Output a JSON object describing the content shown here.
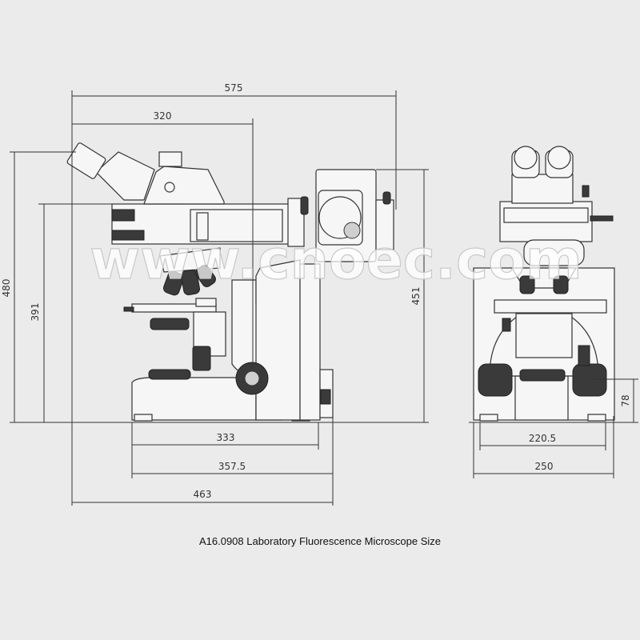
{
  "caption": "A16.0908 Laboratory Fluorescence Microscope Size",
  "watermark": "www.cnoec.com",
  "side_view": {
    "width_overall": "575",
    "width_to_pillar": "320",
    "height_overall": "480",
    "height_stage": "391",
    "height_lamphouse": "451",
    "base_333": "333",
    "base_357_5": "357.5",
    "base_463": "463"
  },
  "front_view": {
    "width_220_5": "220.5",
    "width_250": "250",
    "height_78": "78"
  },
  "colors": {
    "background": "#ebebeb",
    "line": "#333333"
  }
}
